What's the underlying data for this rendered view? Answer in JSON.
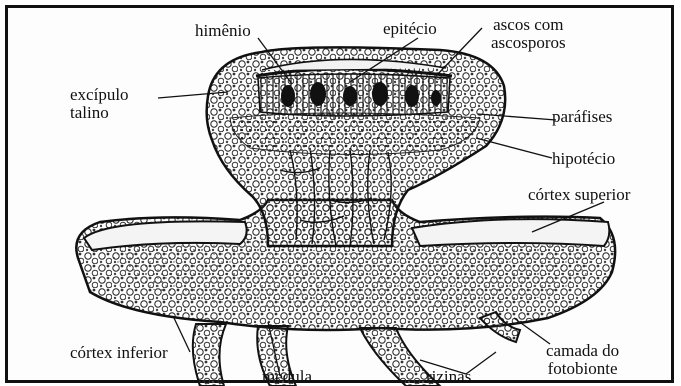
{
  "labels": {
    "himenio": "himênio",
    "epitecio": "epitécio",
    "ascos": "ascos com\nascosporos",
    "excipulo": "excípulo\ntalino",
    "parafises": "paráfises",
    "hipotecio": "hipotécio",
    "cortex_superior": "córtex superior",
    "cortex_inferior": "córtex inferior",
    "camada": "camada do\nfotobionte",
    "medula": "medula",
    "rizinas": "rizinas"
  }
}
